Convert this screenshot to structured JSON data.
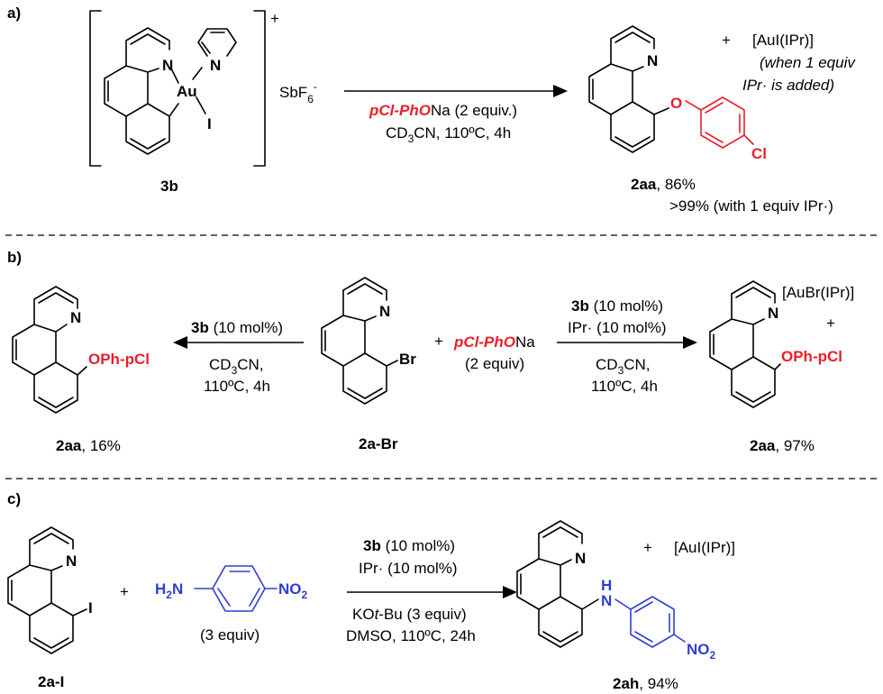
{
  "colors": {
    "ink": "#000000",
    "phenoxide": "#e8202a",
    "aniline": "#2f3ed6"
  },
  "panel_a": {
    "tag": "a)",
    "charge": "+",
    "counter_sb": "SbF",
    "counter_sub": "6",
    "counter_sup": "-",
    "complex_id": "3b",
    "atom_au": "Au",
    "atom_i": "I",
    "atom_n": "N",
    "cond_reagent_red": "pCl-PhO",
    "cond_reagent_black": "Na (2 equiv.)",
    "cond_solvent_a": "CD",
    "cond_solvent_sub": "3",
    "cond_solvent_b": "CN, 110ºC, 4h",
    "plus": "+",
    "byproduct": "[AuI(IPr)]",
    "note_line1": "(when 1 equiv",
    "note_line2": "IPr· is added)",
    "atom_o": "O",
    "atom_cl": "Cl",
    "product_id": "2aa",
    "yield": ", 86%",
    "yield_ipr": ">99% (with 1 equiv IPr·)"
  },
  "panel_b": {
    "tag": "b)",
    "left_cond_cat_id": "3b",
    "left_cond_cat_load": " (10 mol%)",
    "left_cond_solvent": "CD",
    "left_cond_solvent_sub": "3",
    "left_cond_solvent_b": "CN,",
    "left_cond_temp": "110ºC, 4h",
    "left_product_sub": "OPh-pCl",
    "left_product_id": "2aa",
    "left_yield": ", 16%",
    "substrate_id": "2a-Br",
    "atom_br": "Br",
    "atom_n": "N",
    "plus": "+",
    "reagent_red": "pCl-PhO",
    "reagent_black": "Na",
    "reagent_equiv": "(2 equiv)",
    "right_cond_cat_id": "3b",
    "right_cond_cat_load": " (10 mol%)",
    "right_cond_ipr": "IPr· (10 mol%)",
    "right_cond_solvent": "CD",
    "right_cond_solvent_sub": "3",
    "right_cond_solvent_b": "CN,",
    "right_cond_temp": "110ºC, 4h",
    "byproduct": "[AuBr(IPr)]",
    "byproduct_plus": "+",
    "right_product_sub": "OPh-pCl",
    "right_product_id": "2aa",
    "right_yield": ", 97%"
  },
  "panel_c": {
    "tag": "c)",
    "substrate_id": "2a-I",
    "atom_i": "I",
    "atom_n": "N",
    "plus": "+",
    "amine_h2n": "H",
    "amine_h2n_sub": "2",
    "amine_n": "N",
    "nitro": "NO",
    "nitro_sub": "2",
    "amine_equiv": "(3 equiv)",
    "cond_cat_id": "3b",
    "cond_cat_load": " (10 mol%)",
    "cond_ipr": "IPr· (10 mol%)",
    "cond_base_a": "KO",
    "cond_base_it": "t",
    "cond_base_b": "-Bu (3 equiv)",
    "cond_solvent": "DMSO, 110ºC, 24h",
    "product_plus": "+",
    "byproduct": "[AuI(IPr)]",
    "atom_nh_h": "H",
    "atom_nh_n": "N",
    "product_id": "2ah",
    "yield": ", 94%"
  }
}
